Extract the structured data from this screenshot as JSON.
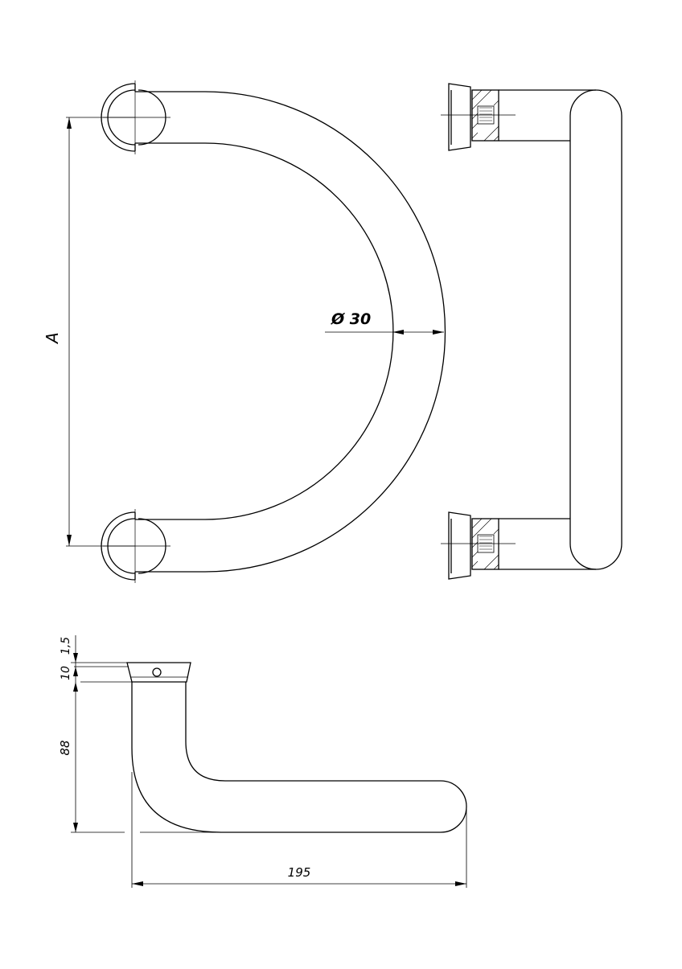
{
  "drawing": {
    "labels": {
      "spacing": "A",
      "diameter": "Ø 30",
      "flange": "1,5",
      "base_height": "10",
      "drop_height": "88",
      "projection": "195"
    }
  }
}
